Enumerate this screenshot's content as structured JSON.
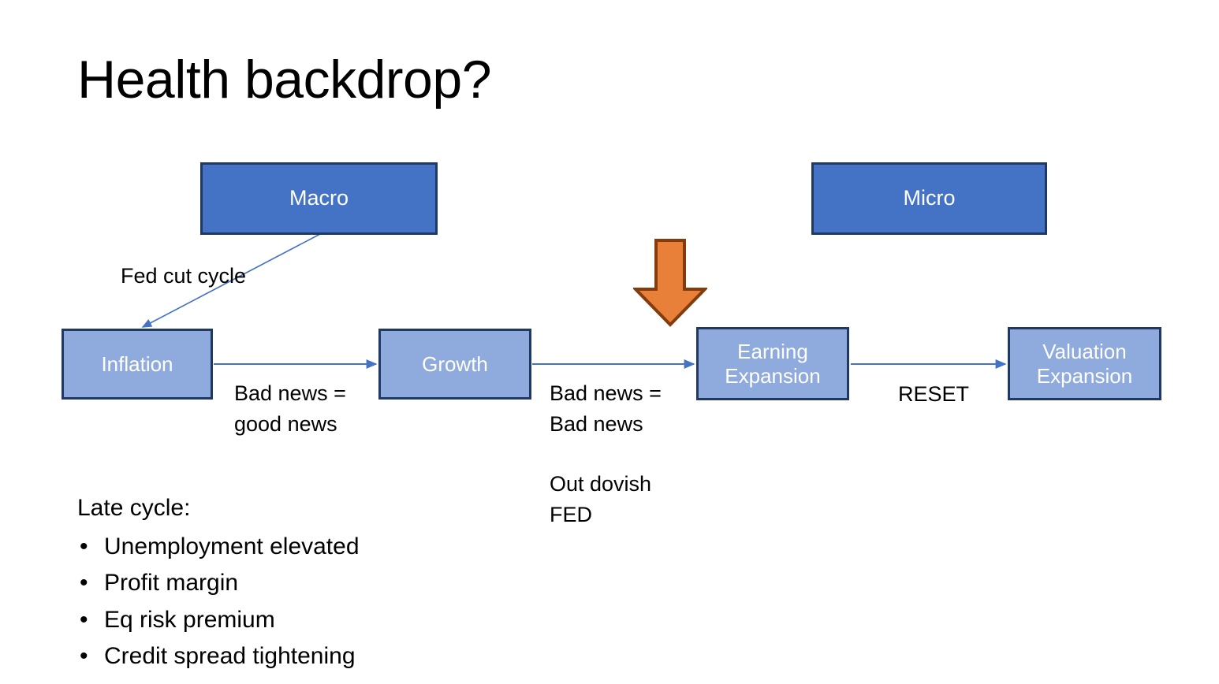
{
  "slide": {
    "title": "Health backdrop?",
    "background_color": "#FFFFFF"
  },
  "colors": {
    "header_box_fill": "#4472C4",
    "stage_box_fill": "#8FAADC",
    "box_border": "#1F3864",
    "connector_line": "#4472C4",
    "orange_arrow_fill": "#E8803A",
    "orange_arrow_border": "#843C0C",
    "text_dark": "#000000",
    "text_light": "#FFFFFF"
  },
  "headers": {
    "macro": "Macro",
    "micro": "Micro"
  },
  "stages": [
    {
      "id": "inflation",
      "label": "Inflation"
    },
    {
      "id": "growth",
      "label": "Growth"
    },
    {
      "id": "earning-expansion",
      "line1": "Earning",
      "line2": "Expansion"
    },
    {
      "id": "valuation-expansion",
      "line1": "Valuation",
      "line2": "Expansion"
    }
  ],
  "edge_labels": {
    "fed_cut_cycle": "Fed cut cycle",
    "inflation_to_growth": "Bad news =\ngood news",
    "growth_to_earning": "Bad news =\nBad news",
    "out_dovish_fed": "Out dovish\nFED",
    "earning_to_valuation": "RESET"
  },
  "late_cycle": {
    "heading": "Late cycle:",
    "bullet_glyph": "•",
    "items": [
      "Unemployment elevated",
      "Profit margin",
      "Eq risk premium",
      "Credit spread tightening"
    ]
  }
}
